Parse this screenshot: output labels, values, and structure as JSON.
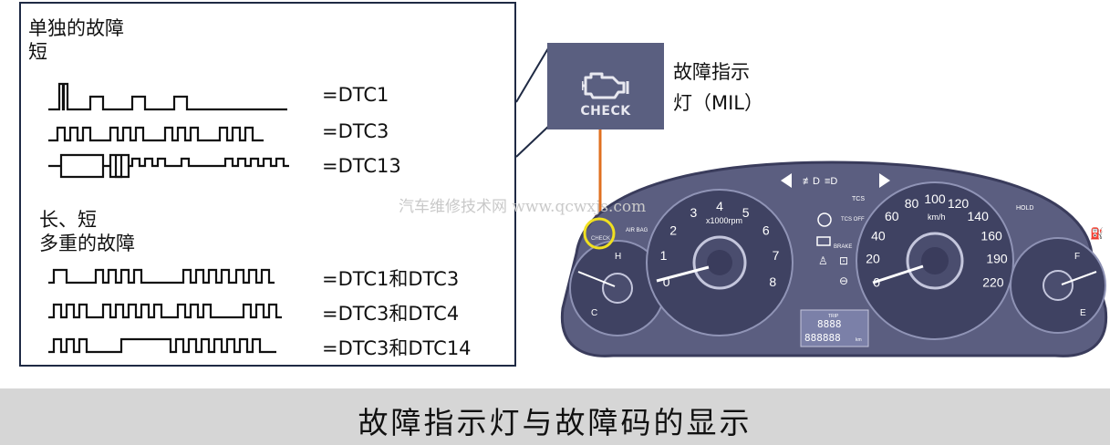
{
  "panel": {
    "single_heading_line1": "单独的故障",
    "single_heading_line2": "短",
    "multi_heading_line1": "长、短",
    "multi_heading_line2": "多重的故障",
    "codes": [
      "=DTC1",
      "=DTC3",
      "=DTC13",
      "=DTC1和DTC3",
      "=DTC3和DTC4",
      "=DTC3和DTC14"
    ]
  },
  "mil": {
    "label_line1": "故障指示",
    "label_line2": "灯（MIL）",
    "icon_text": "CHECK"
  },
  "cluster": {
    "tach_label": "x1000rpm",
    "tach_ticks": [
      "0",
      "1",
      "2",
      "3",
      "4",
      "5",
      "6",
      "7",
      "8"
    ],
    "speed_unit": "km/h",
    "speed_ticks": [
      "0",
      "20",
      "40",
      "60",
      "80",
      "100",
      "120",
      "140",
      "160",
      "190",
      "220"
    ],
    "fuel_full": "F",
    "fuel_empty": "E",
    "temp_hot": "H",
    "temp_cold": "C",
    "airbag": "AIR BAG",
    "tcs": "TCS",
    "tcs_off": "TCS OFF",
    "brake": "BRAKE",
    "hold": "HOLD",
    "odometer": "888888",
    "trip": "8888",
    "trip_label": "TRIP",
    "odo_unit": "km",
    "small_check": "CHECK"
  },
  "watermark": "汽车维修技术网 www.qcwxjs.com",
  "caption": "故障指示灯与故障码的显示",
  "colors": {
    "cluster_body": "#5b5e80",
    "cluster_dark": "#3a3c5c",
    "mil_box": "#5a5f80",
    "arrow": "#e07020",
    "highlight": "#f0e020",
    "footer": "#d6d6d6"
  }
}
